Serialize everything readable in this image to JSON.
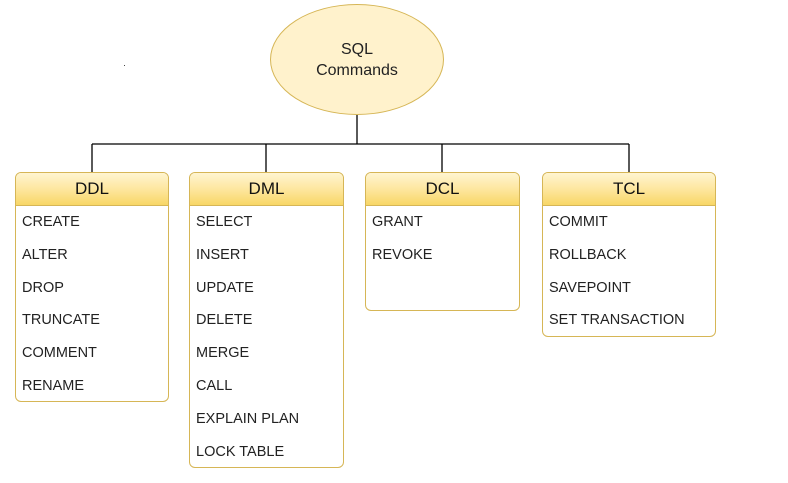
{
  "root": {
    "line1": "SQL",
    "line2": "Commands"
  },
  "categories": [
    {
      "title": "DDL",
      "items": [
        "CREATE",
        "ALTER",
        "DROP",
        "TRUNCATE",
        "COMMENT",
        "RENAME"
      ]
    },
    {
      "title": "DML",
      "items": [
        "SELECT",
        "INSERT",
        "UPDATE",
        "DELETE",
        "MERGE",
        "CALL",
        "EXPLAIN PLAN",
        "LOCK TABLE"
      ]
    },
    {
      "title": "DCL",
      "items": [
        "GRANT",
        "REVOKE"
      ]
    },
    {
      "title": "TCL",
      "items": [
        "COMMIT",
        "ROLLBACK",
        "SAVEPOINT",
        "SET TRANSACTION"
      ]
    }
  ],
  "colors": {
    "fill": "#fff2cc",
    "stroke": "#d6b656",
    "header_gradient_end": "#f8d766",
    "line": "#000000"
  }
}
